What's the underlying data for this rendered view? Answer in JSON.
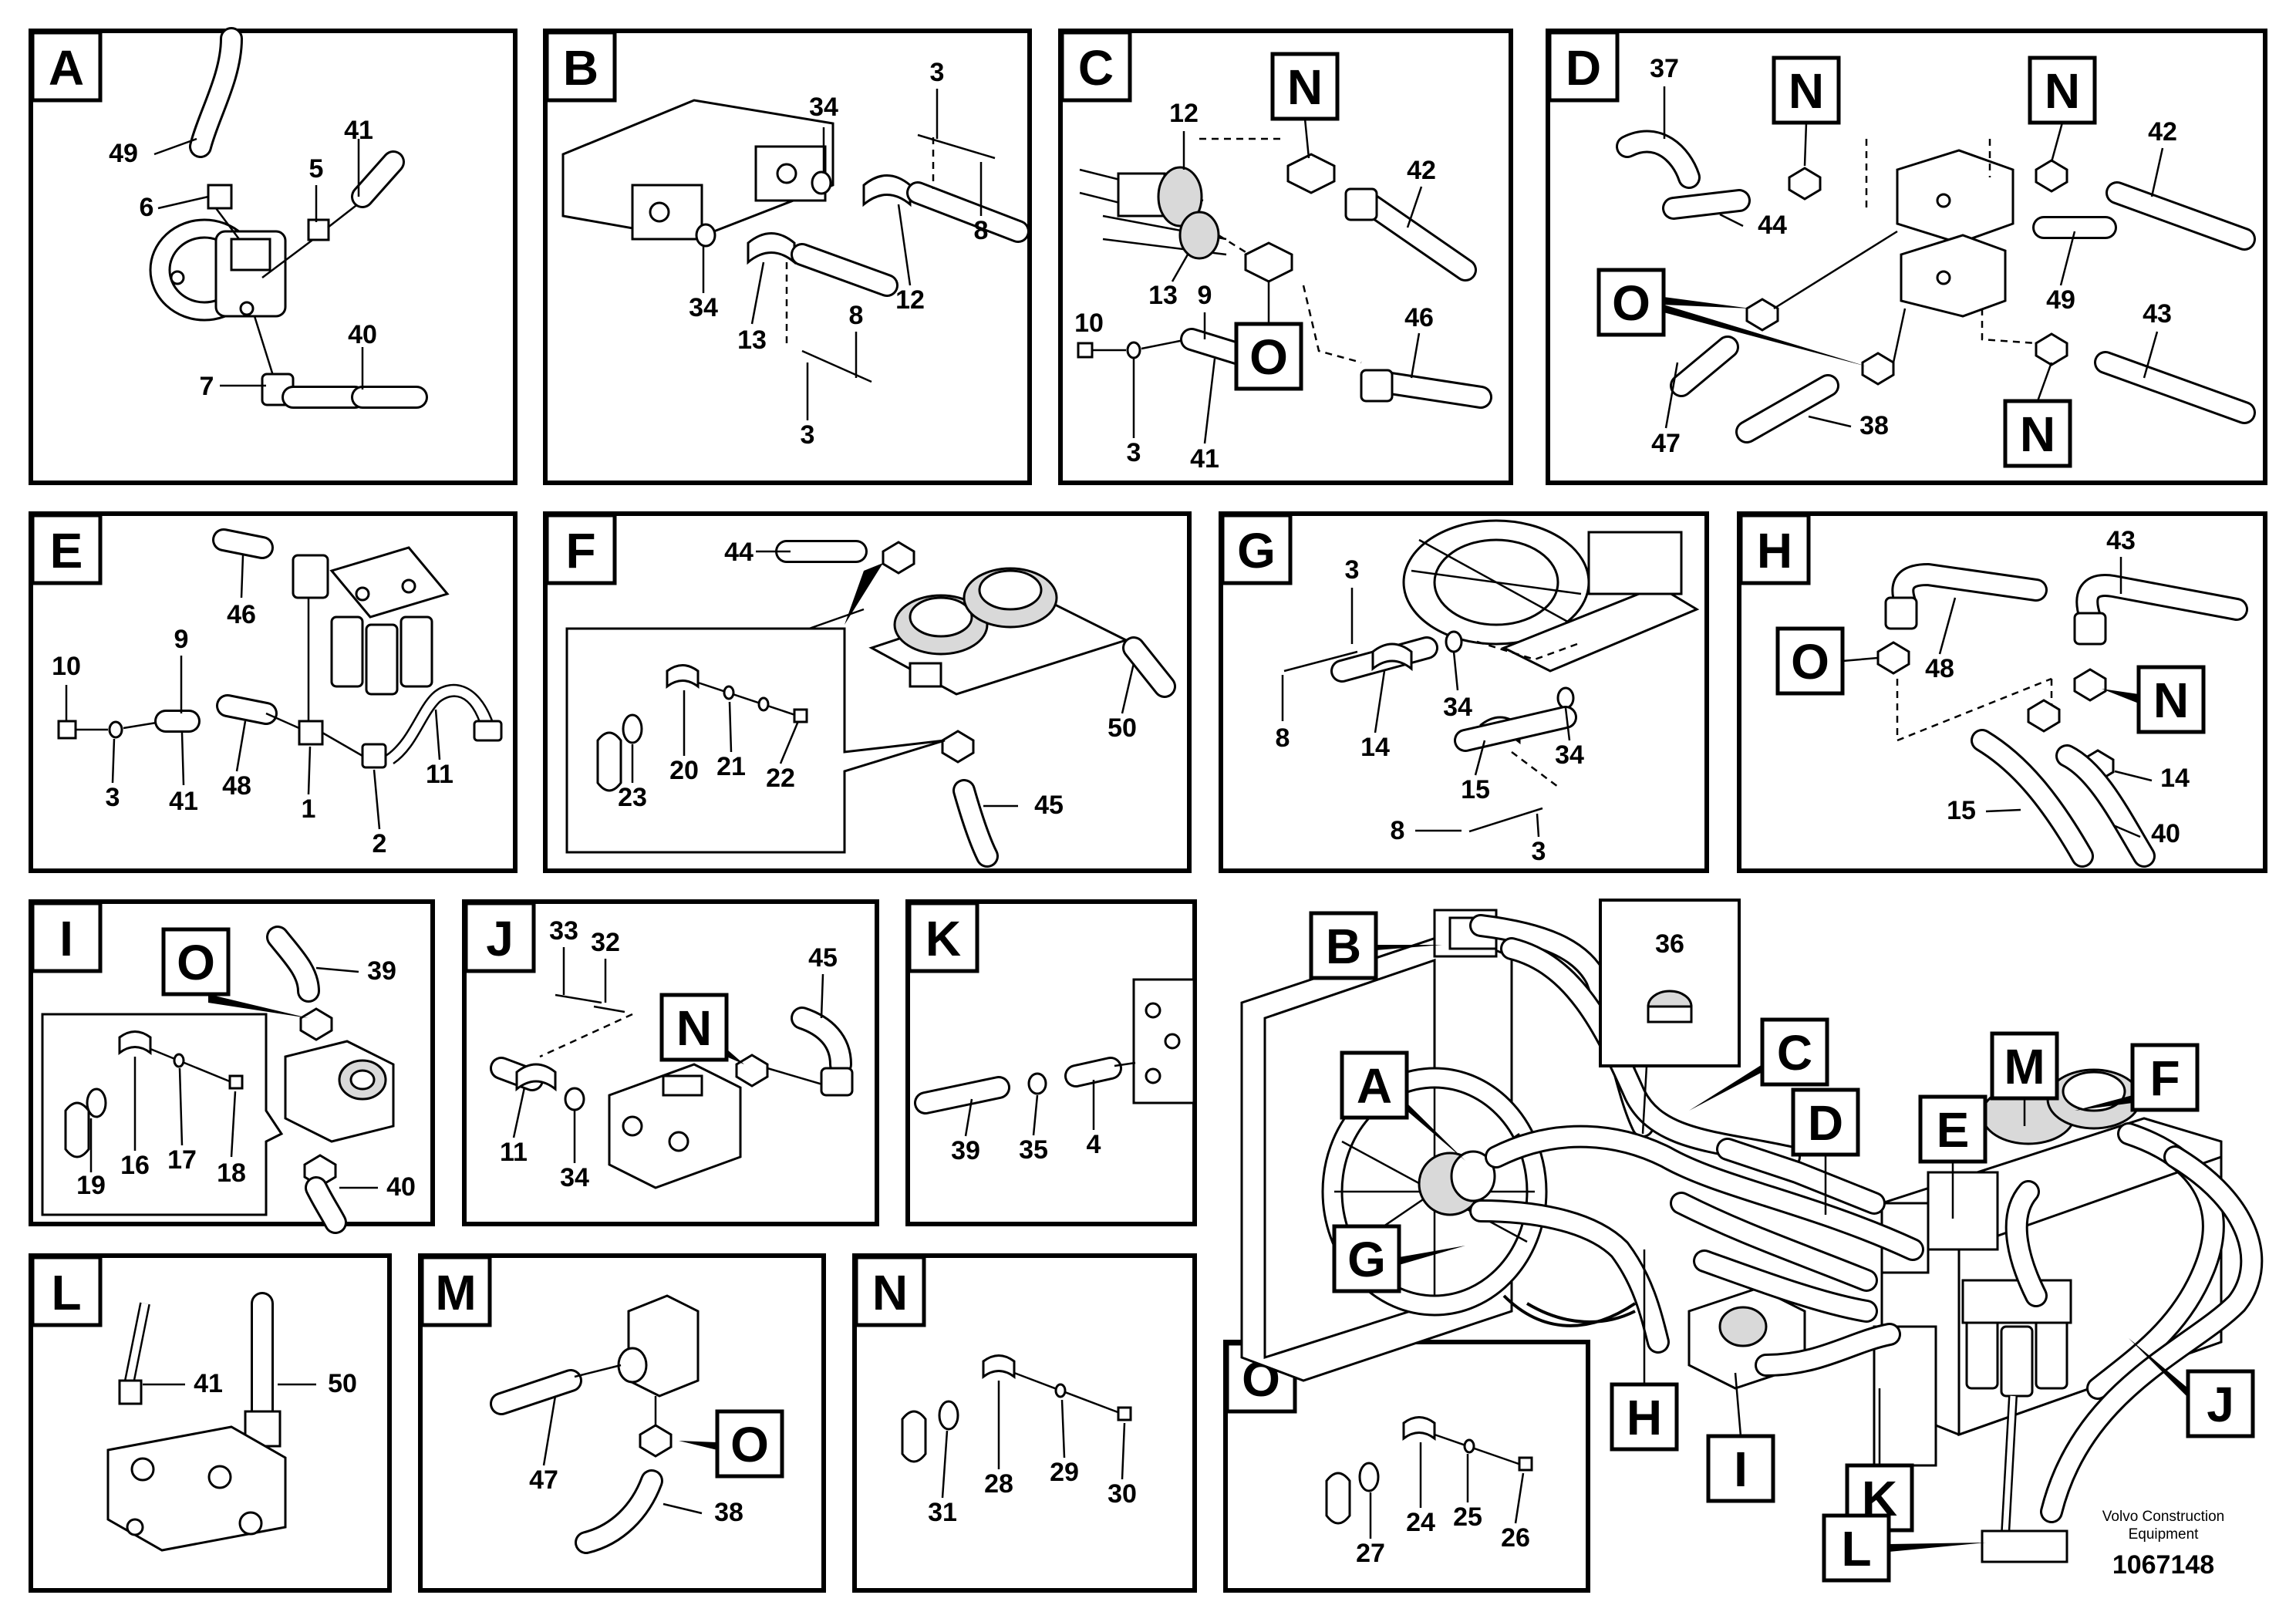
{
  "panels": {
    "A": {
      "tag": "A",
      "labels": [
        "49",
        "6",
        "5",
        "41",
        "40",
        "7"
      ]
    },
    "B": {
      "tag": "B",
      "labels": [
        "34",
        "3",
        "8",
        "34",
        "13",
        "8",
        "3",
        "12"
      ]
    },
    "C": {
      "tag": "C",
      "labels": [
        "12",
        "13",
        "9",
        "10",
        "3",
        "41",
        "42",
        "46"
      ],
      "callouts": [
        "N",
        "O"
      ]
    },
    "D": {
      "tag": "D",
      "labels": [
        "37",
        "44",
        "42",
        "49",
        "43",
        "47",
        "38"
      ],
      "callouts": [
        "N",
        "N",
        "O",
        "N"
      ]
    },
    "E": {
      "tag": "E",
      "labels": [
        "46",
        "10",
        "9",
        "3",
        "41",
        "48",
        "1",
        "2",
        "11"
      ]
    },
    "F": {
      "tag": "F",
      "labels": [
        "44",
        "50",
        "23",
        "20",
        "21",
        "22",
        "45"
      ]
    },
    "G": {
      "tag": "G",
      "labels": [
        "3",
        "8",
        "14",
        "34",
        "34",
        "15",
        "8",
        "3"
      ]
    },
    "H": {
      "tag": "H",
      "labels": [
        "43",
        "48",
        "14",
        "15",
        "40"
      ],
      "callouts": [
        "O",
        "N"
      ]
    },
    "I": {
      "tag": "I",
      "labels": [
        "39",
        "19",
        "16",
        "17",
        "18",
        "40"
      ],
      "callouts": [
        "O"
      ]
    },
    "J": {
      "tag": "J",
      "labels": [
        "33",
        "32",
        "45",
        "11",
        "34"
      ],
      "callouts": [
        "N"
      ]
    },
    "K": {
      "tag": "K",
      "labels": [
        "39",
        "35",
        "4"
      ]
    },
    "L": {
      "tag": "L",
      "labels": [
        "41",
        "50"
      ]
    },
    "M": {
      "tag": "M",
      "labels": [
        "47",
        "38"
      ],
      "callouts": [
        "O"
      ]
    },
    "N": {
      "tag": "N",
      "labels": [
        "31",
        "28",
        "29",
        "30"
      ]
    },
    "O": {
      "tag": "O",
      "labels": [
        "27",
        "24",
        "25",
        "26"
      ]
    }
  },
  "overview": {
    "part36": "36",
    "tags": [
      "B",
      "A",
      "C",
      "D",
      "E",
      "M",
      "F",
      "G",
      "H",
      "I",
      "K",
      "J",
      "L"
    ]
  },
  "footer": {
    "brand_line1": "Volvo Construction",
    "brand_line2": "Equipment",
    "doc_number": "1067148"
  }
}
